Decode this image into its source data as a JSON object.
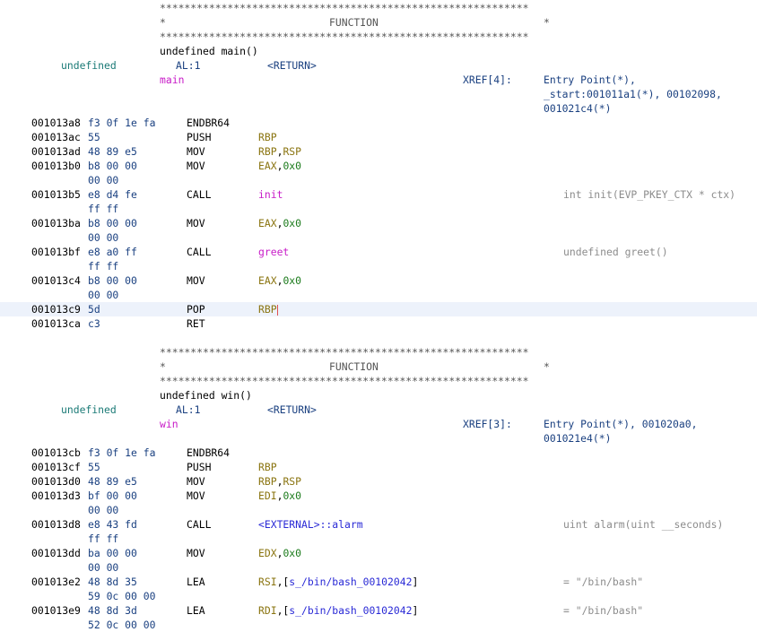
{
  "functions": [
    {
      "header_border": "************************************************************",
      "header_left_star": "*",
      "header_label": "FUNCTION",
      "header_right_star": "*",
      "signature": "undefined main()",
      "ret_type": "undefined",
      "ret_storage": "AL:1",
      "ret_name": "<RETURN>",
      "label": "main",
      "xref_label": "XREF[4]:",
      "xref_lines": [
        "Entry Point(*),",
        "_start:001011a1(*), 00102098,",
        "001021c4(*)"
      ],
      "instructions": [
        {
          "addr": "001013a8",
          "bytes": "f3 0f 1e fa",
          "mnemonic": "ENDBR64",
          "ops": []
        },
        {
          "addr": "001013ac",
          "bytes": "55",
          "mnemonic": "PUSH",
          "ops": [
            {
              "t": "RBP",
              "c": "olive"
            }
          ]
        },
        {
          "addr": "001013ad",
          "bytes": "48 89 e5",
          "mnemonic": "MOV",
          "ops": [
            {
              "t": "RBP",
              "c": "olive"
            },
            {
              "t": ",",
              "c": "black"
            },
            {
              "t": "RSP",
              "c": "olive"
            }
          ]
        },
        {
          "addr": "001013b0",
          "bytes": "b8 00 00",
          "bytes2": "00 00",
          "mnemonic": "MOV",
          "ops": [
            {
              "t": "EAX",
              "c": "olive"
            },
            {
              "t": ",",
              "c": "black"
            },
            {
              "t": "0x0",
              "c": "green"
            }
          ]
        },
        {
          "addr": "001013b5",
          "bytes": "e8 d4 fe",
          "bytes2": "ff ff",
          "mnemonic": "CALL",
          "ops": [
            {
              "t": "init",
              "c": "mag"
            }
          ],
          "comment": "int init(EVP_PKEY_CTX * ctx)"
        },
        {
          "addr": "001013ba",
          "bytes": "b8 00 00",
          "bytes2": "00 00",
          "mnemonic": "MOV",
          "ops": [
            {
              "t": "EAX",
              "c": "olive"
            },
            {
              "t": ",",
              "c": "black"
            },
            {
              "t": "0x0",
              "c": "green"
            }
          ]
        },
        {
          "addr": "001013bf",
          "bytes": "e8 a0 ff",
          "bytes2": "ff ff",
          "mnemonic": "CALL",
          "ops": [
            {
              "t": "greet",
              "c": "mag"
            }
          ],
          "comment": "undefined greet()"
        },
        {
          "addr": "001013c4",
          "bytes": "b8 00 00",
          "bytes2": "00 00",
          "mnemonic": "MOV",
          "ops": [
            {
              "t": "EAX",
              "c": "olive"
            },
            {
              "t": ",",
              "c": "black"
            },
            {
              "t": "0x0",
              "c": "green"
            }
          ]
        },
        {
          "addr": "001013c9",
          "bytes": "5d",
          "mnemonic": "POP",
          "ops": [
            {
              "t": "RBP",
              "c": "olive"
            }
          ],
          "cursor": true
        },
        {
          "addr": "001013ca",
          "bytes": "c3",
          "mnemonic": "RET",
          "ops": []
        }
      ]
    },
    {
      "header_border": "************************************************************",
      "header_left_star": "*",
      "header_label": "FUNCTION",
      "header_right_star": "*",
      "signature": "undefined win()",
      "ret_type": "undefined",
      "ret_storage": "AL:1",
      "ret_name": "<RETURN>",
      "label": "win",
      "xref_label": "XREF[3]:",
      "xref_lines": [
        "Entry Point(*), 001020a0,",
        "001021e4(*)"
      ],
      "instructions": [
        {
          "addr": "001013cb",
          "bytes": "f3 0f 1e fa",
          "mnemonic": "ENDBR64",
          "ops": []
        },
        {
          "addr": "001013cf",
          "bytes": "55",
          "mnemonic": "PUSH",
          "ops": [
            {
              "t": "RBP",
              "c": "olive"
            }
          ]
        },
        {
          "addr": "001013d0",
          "bytes": "48 89 e5",
          "mnemonic": "MOV",
          "ops": [
            {
              "t": "RBP",
              "c": "olive"
            },
            {
              "t": ",",
              "c": "black"
            },
            {
              "t": "RSP",
              "c": "olive"
            }
          ]
        },
        {
          "addr": "001013d3",
          "bytes": "bf 00 00",
          "bytes2": "00 00",
          "mnemonic": "MOV",
          "ops": [
            {
              "t": "EDI",
              "c": "olive"
            },
            {
              "t": ",",
              "c": "black"
            },
            {
              "t": "0x0",
              "c": "green"
            }
          ]
        },
        {
          "addr": "001013d8",
          "bytes": "e8 43 fd",
          "bytes2": "ff ff",
          "mnemonic": "CALL",
          "ops": [
            {
              "t": "<EXTERNAL>::alarm",
              "c": "blue"
            }
          ],
          "comment": "uint alarm(uint __seconds)"
        },
        {
          "addr": "001013dd",
          "bytes": "ba 00 00",
          "bytes2": "00 00",
          "mnemonic": "MOV",
          "ops": [
            {
              "t": "EDX",
              "c": "olive"
            },
            {
              "t": ",",
              "c": "black"
            },
            {
              "t": "0x0",
              "c": "green"
            }
          ]
        },
        {
          "addr": "001013e2",
          "bytes": "48 8d 35",
          "bytes2": "59 0c 00 00",
          "mnemonic": "LEA",
          "ops": [
            {
              "t": "RSI",
              "c": "olive"
            },
            {
              "t": ",[",
              "c": "black"
            },
            {
              "t": "s_/bin/bash_00102042",
              "c": "blue"
            },
            {
              "t": "]",
              "c": "black"
            }
          ],
          "comment": "= \"/bin/bash\""
        },
        {
          "addr": "001013e9",
          "bytes": "48 8d 3d",
          "bytes2": "52 0c 00 00",
          "mnemonic": "LEA",
          "ops": [
            {
              "t": "RDI",
              "c": "olive"
            },
            {
              "t": ",[",
              "c": "black"
            },
            {
              "t": "s_/bin/bash_00102042",
              "c": "blue"
            },
            {
              "t": "]",
              "c": "black"
            }
          ],
          "comment": "= \"/bin/bash\""
        }
      ]
    }
  ]
}
